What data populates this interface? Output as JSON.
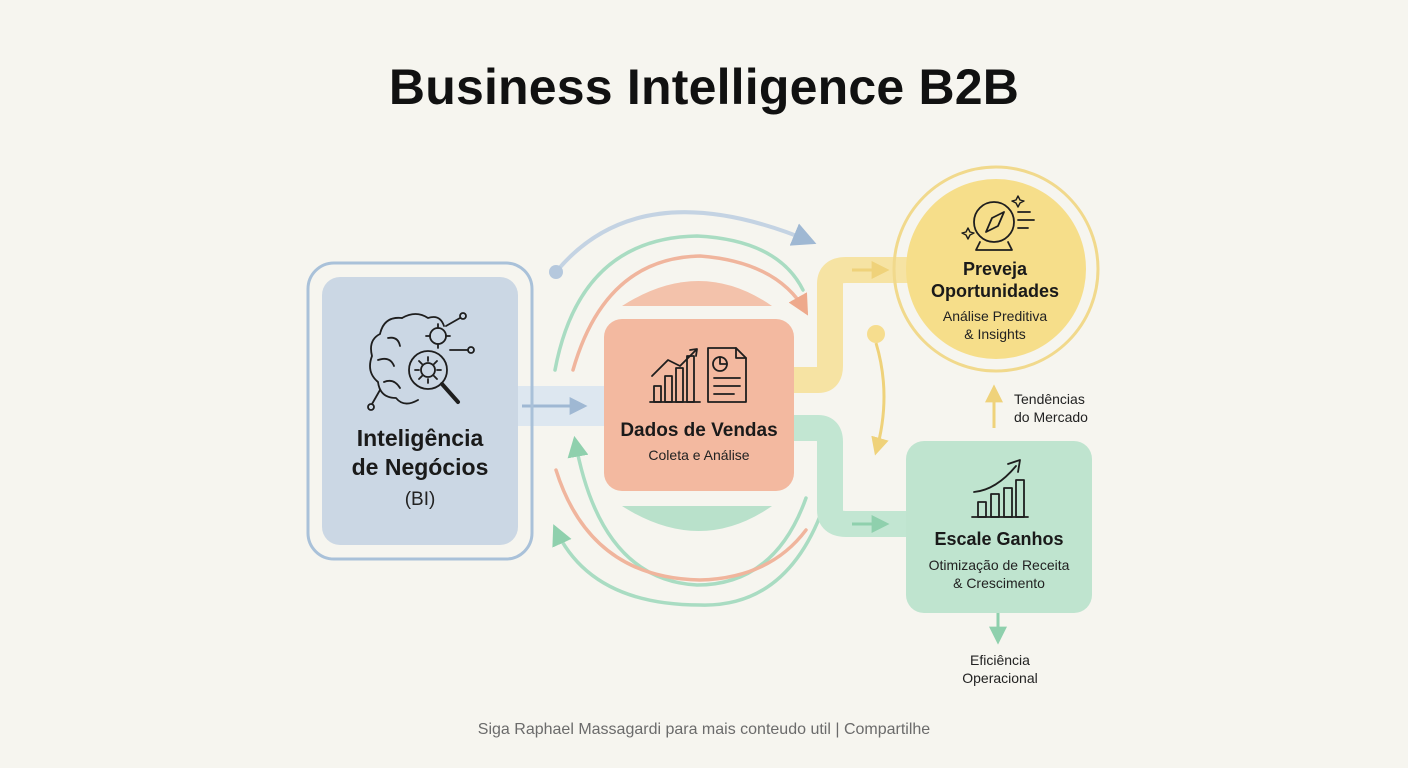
{
  "title": "Business Intelligence B2B",
  "nodes": {
    "bi": {
      "title_line1": "Inteligência",
      "title_line2": "de Negócios",
      "subtitle": "(BI)",
      "color": "#cbd7e4",
      "icon": "brain-gear-magnifier-icon"
    },
    "dados": {
      "title": "Dados de Vendas",
      "subtitle": "Coleta e Análise",
      "color": "#f3b9a0",
      "icon": "chart-report-icon"
    },
    "preveja": {
      "title_line1": "Preveja",
      "title_line2": "Oportunidades",
      "subtitle_line1": "Análise Preditiva",
      "subtitle_line2": "& Insights",
      "color": "#f6de8a",
      "icon": "crystal-ball-compass-icon"
    },
    "escale": {
      "title": "Escale Ganhos",
      "subtitle_line1": "Otimização de Receita",
      "subtitle_line2": "& Crescimento",
      "color": "#bfe4cf",
      "icon": "growth-chart-icon"
    }
  },
  "side_labels": {
    "tendencias_line1": "Tendências",
    "tendencias_line2": "do Mercado",
    "eficiencia_line1": "Eficiência",
    "eficiencia_line2": "Operacional"
  },
  "footer": "Siga Raphael Massagardi para mais conteudo util | Compartilhe"
}
